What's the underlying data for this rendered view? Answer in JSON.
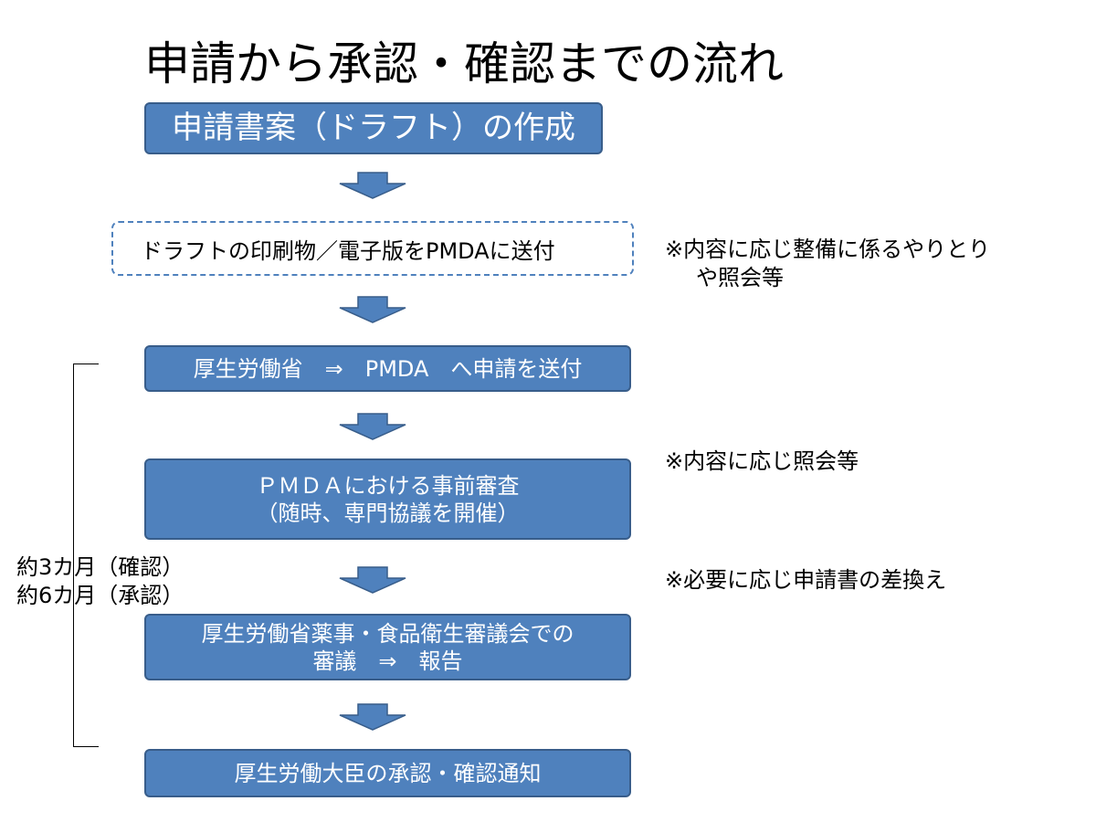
{
  "title": "申請から承認・確認までの流れ",
  "steps": [
    {
      "lines": [
        "申請書案（ドラフト）の作成"
      ]
    },
    {
      "lines": [
        "ドラフトの印刷物／電子版をPMDAに送付"
      ]
    },
    {
      "lines": [
        "厚生労働省　⇒　PMDA　へ申請を送付"
      ]
    },
    {
      "lines": [
        "ＰＭＤＡにおける事前審査",
        "（随時、専門協議を開催）"
      ]
    },
    {
      "lines": [
        "厚生労働省薬事・食品衛生審議会での",
        "審議　⇒　報告"
      ]
    },
    {
      "lines": [
        "厚生労働大臣の承認・確認通知"
      ]
    }
  ],
  "notes": [
    "※内容に応じ整備に係るやりとり",
    "　や照会等",
    "※内容に応じ照会等",
    "※必要に応じ申請書の差換え"
  ],
  "duration": [
    "約3カ月（確認）",
    "約6カ月（承認）"
  ],
  "colors": {
    "box": "#4f81bd",
    "border": "#385d8a"
  }
}
